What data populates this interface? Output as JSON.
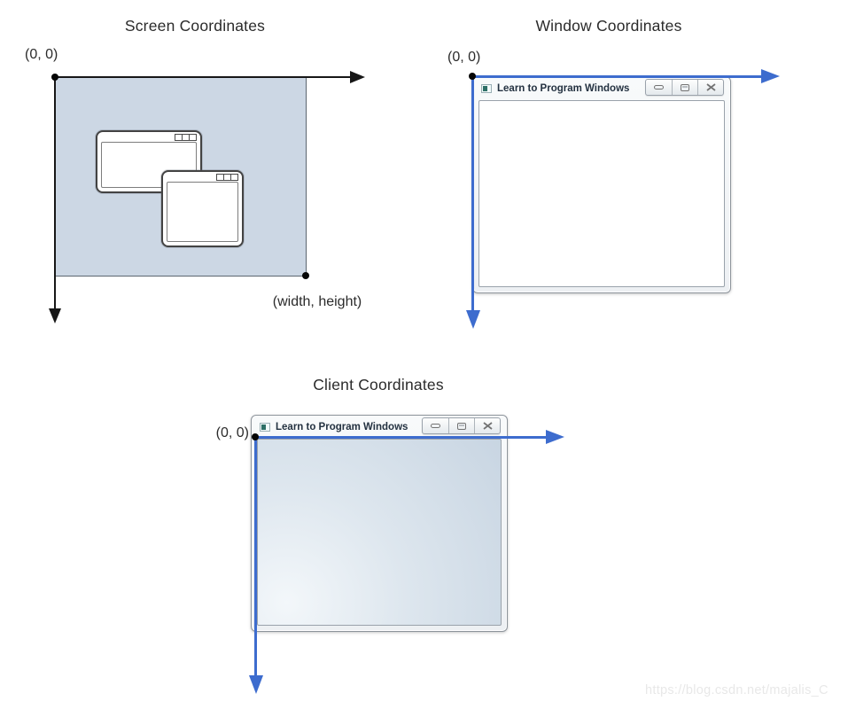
{
  "panels": {
    "screen": {
      "title": "Screen Coordinates",
      "origin_label": "(0, 0)",
      "corner_label": "(width, height)"
    },
    "window": {
      "title": "Window Coordinates",
      "origin_label": "(0, 0)",
      "window_title": "Learn to Program Windows"
    },
    "client": {
      "title": "Client Coordinates",
      "origin_label": "(0, 0)",
      "window_title": "Learn to Program Windows"
    }
  },
  "icons": {
    "app_icon": "app-window-icon",
    "minimize": "minimize-icon",
    "maximize": "maximize-icon",
    "close": "close-icon"
  },
  "colors": {
    "axis_black": "#171717",
    "axis_blue": "#3d6cce",
    "screen_fill": "#ccd7e4",
    "screen_border": "#5c6670",
    "window_frame": "#8d949b",
    "window_title_text": "#243241",
    "client_gradient_light": "#f3f7fa",
    "client_gradient_dark": "#c8d5e2",
    "watermark_gray": "#e8e8e8"
  },
  "watermark": {
    "text": "https://blog.csdn.net/majalis_C"
  }
}
